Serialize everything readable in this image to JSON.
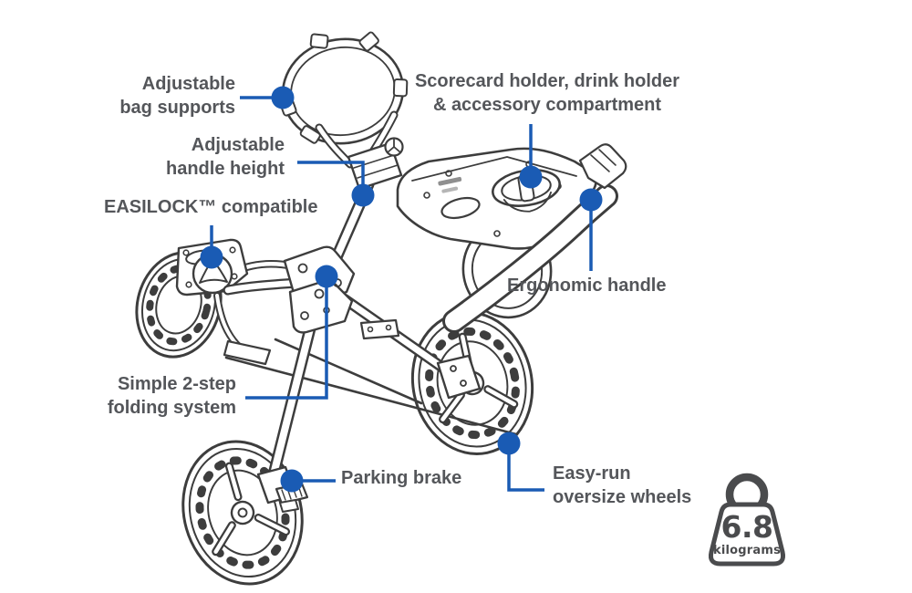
{
  "page": {
    "background": "#ffffff"
  },
  "colors": {
    "accent_blue": "#1a5bb4",
    "label_text": "#54565a",
    "line_art": "#3d3d3d",
    "weight_icon": "#4a4b4d"
  },
  "diagram": {
    "subject": "Golf push cart feature diagram",
    "labels": {
      "bag_supports": "Adjustable\nbag supports",
      "handle_height": "Adjustable\nhandle height",
      "scorecard": "Scorecard holder, drink holder\n& accessory compartment",
      "easilock": "EASILOCK™ compatible",
      "ergonomic_handle": "Ergonomic handle",
      "folding_system": "Simple 2-step\nfolding system",
      "parking_brake": "Parking brake",
      "oversize_wheels": "Easy-run\noversize wheels"
    },
    "weight_badge": {
      "value": "6.8",
      "unit": "kilograms"
    }
  }
}
